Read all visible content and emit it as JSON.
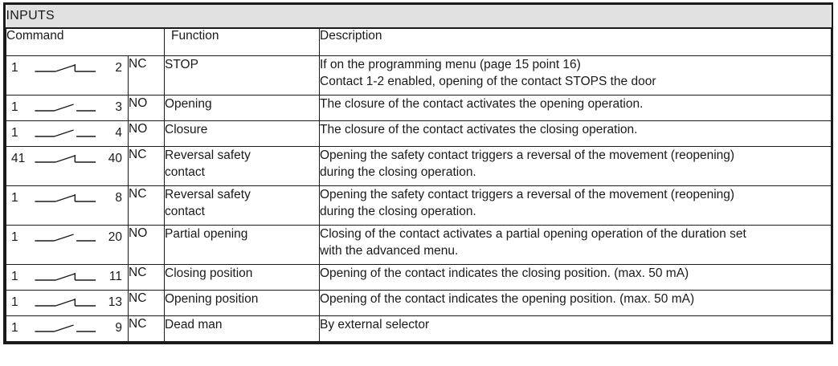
{
  "table": {
    "title": "INPUTS",
    "headers": {
      "command": "Command",
      "function": "Function",
      "description": "Description"
    },
    "rows": [
      {
        "terminal_left": "1",
        "terminal_right": "2",
        "symbol": "normally-closed-contact",
        "type": "NC",
        "function": [
          "STOP"
        ],
        "description": [
          "If on the programming menu (page 15 point 16)",
          "Contact 1-2 enabled, opening of the contact STOPS the door"
        ]
      },
      {
        "terminal_left": "1",
        "terminal_right": "3",
        "symbol": "normally-open-contact",
        "type": "NO",
        "function": [
          "Opening"
        ],
        "description": [
          "The closure of the contact activates the opening operation."
        ]
      },
      {
        "terminal_left": "1",
        "terminal_right": "4",
        "symbol": "normally-open-contact",
        "type": "NO",
        "function": [
          "Closure"
        ],
        "description": [
          "The closure of the contact activates the closing operation."
        ]
      },
      {
        "terminal_left": "41",
        "terminal_right": "40",
        "symbol": "normally-closed-contact",
        "type": "NC",
        "function": [
          "Reversal safety",
          "contact"
        ],
        "description": [
          "Opening the safety contact triggers a reversal of the movement (reopening)",
          "during the closing operation."
        ]
      },
      {
        "terminal_left": "1",
        "terminal_right": "8",
        "symbol": "normally-closed-contact",
        "type": "NC",
        "function": [
          "Reversal safety",
          "contact"
        ],
        "description": [
          "Opening the safety contact triggers a reversal of the movement (reopening)",
          "during the closing operation."
        ]
      },
      {
        "terminal_left": "1",
        "terminal_right": "20",
        "symbol": "normally-open-contact",
        "type": "NO",
        "function": [
          "Partial opening"
        ],
        "description": [
          "Closing of the contact activates a partial opening operation of the duration set",
          "with the advanced menu."
        ]
      },
      {
        "terminal_left": "1",
        "terminal_right": "11",
        "symbol": "normally-closed-contact",
        "type": "NC",
        "function": [
          "Closing position"
        ],
        "description": [
          "Opening of the contact indicates the closing position. (max. 50 mA)"
        ]
      },
      {
        "terminal_left": "1",
        "terminal_right": "13",
        "symbol": "normally-closed-contact",
        "type": "NC",
        "function": [
          "Opening position"
        ],
        "description": [
          "Opening of the contact indicates the opening position. (max. 50 mA)"
        ]
      },
      {
        "terminal_left": "1",
        "terminal_right": "9",
        "symbol": "normally-open-contact",
        "type": "NC",
        "function": [
          "Dead man"
        ],
        "description": [
          "By external selector"
        ]
      }
    ]
  },
  "colors": {
    "title_band": "#e1e1e1",
    "border": "#1a1a1a",
    "text": "#1a1a1a",
    "page_background": "#ffffff"
  }
}
